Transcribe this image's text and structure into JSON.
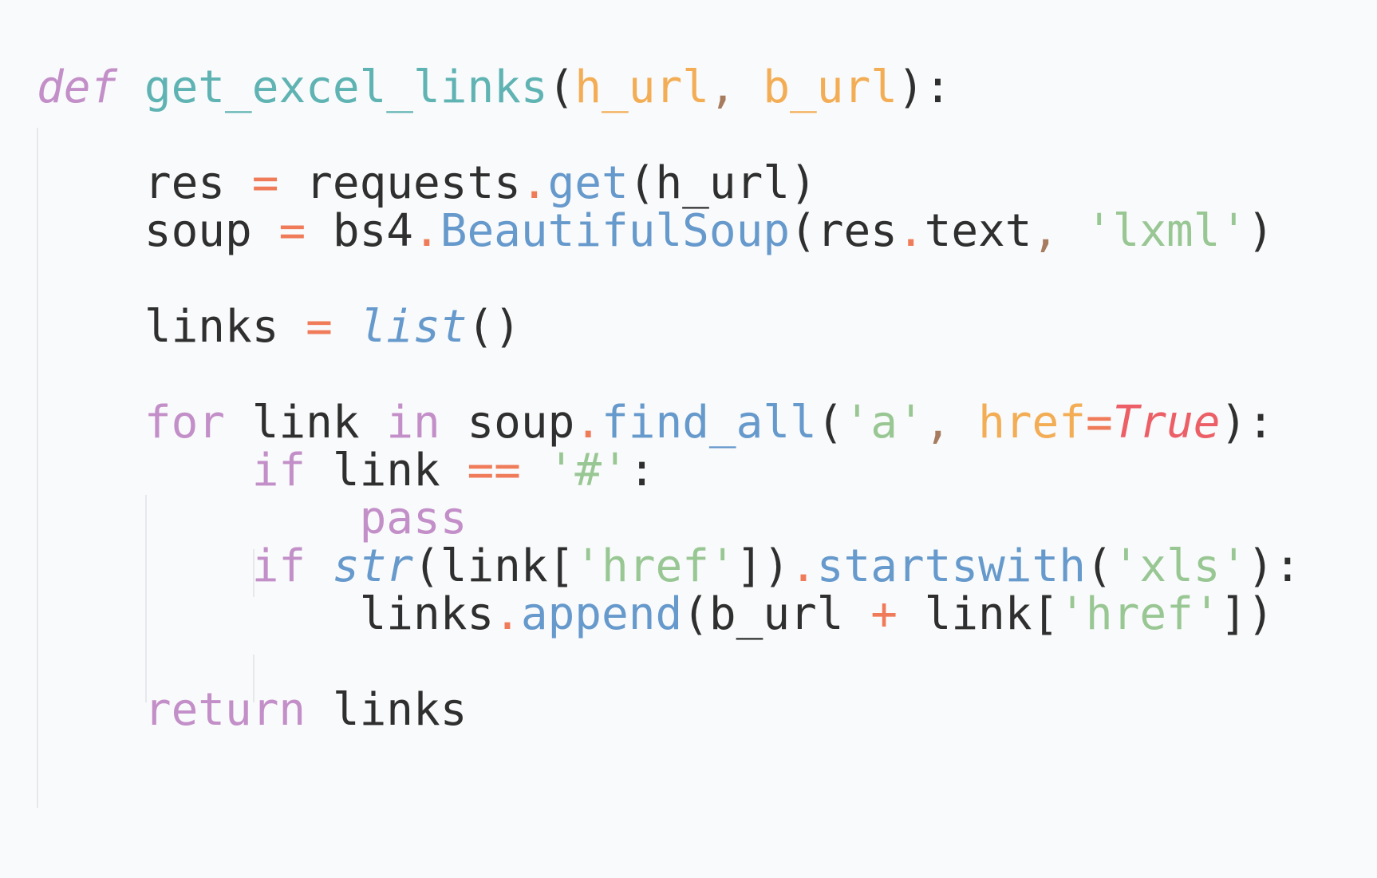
{
  "editor": {
    "colors": {
      "background": "#f9fafb",
      "default": "#2f2f2f",
      "keyword": "#c38fc8",
      "function": "#5fb3b3",
      "parameter": "#f2ad55",
      "comma": "#a77b5e",
      "operator": "#f07b59",
      "method": "#6699cc",
      "builtin": "#6699cc",
      "string": "#99c794",
      "constant": "#ec5f67",
      "indent_guide": "#e6e8eb"
    },
    "lines": [
      {
        "tokens": [
          {
            "t": "def",
            "c": "keyword",
            "i": true
          },
          {
            "t": " ",
            "c": "default"
          },
          {
            "t": "get_excel_links",
            "c": "function"
          },
          {
            "t": "(",
            "c": "default"
          },
          {
            "t": "h_url",
            "c": "parameter"
          },
          {
            "t": ",",
            "c": "comma"
          },
          {
            "t": " ",
            "c": "default"
          },
          {
            "t": "b_url",
            "c": "parameter"
          },
          {
            "t": "):",
            "c": "default"
          }
        ]
      },
      {
        "tokens": []
      },
      {
        "tokens": [
          {
            "t": "    res ",
            "c": "default"
          },
          {
            "t": "=",
            "c": "operator"
          },
          {
            "t": " requests",
            "c": "default"
          },
          {
            "t": ".",
            "c": "operator"
          },
          {
            "t": "get",
            "c": "method"
          },
          {
            "t": "(h_url)",
            "c": "default"
          }
        ]
      },
      {
        "tokens": [
          {
            "t": "    soup ",
            "c": "default"
          },
          {
            "t": "=",
            "c": "operator"
          },
          {
            "t": " bs4",
            "c": "default"
          },
          {
            "t": ".",
            "c": "operator"
          },
          {
            "t": "BeautifulSoup",
            "c": "method"
          },
          {
            "t": "(res",
            "c": "default"
          },
          {
            "t": ".",
            "c": "operator"
          },
          {
            "t": "text",
            "c": "default"
          },
          {
            "t": ",",
            "c": "comma"
          },
          {
            "t": " ",
            "c": "default"
          },
          {
            "t": "'lxml'",
            "c": "string"
          },
          {
            "t": ")",
            "c": "default"
          }
        ]
      },
      {
        "tokens": []
      },
      {
        "tokens": [
          {
            "t": "    links ",
            "c": "default"
          },
          {
            "t": "=",
            "c": "operator"
          },
          {
            "t": " ",
            "c": "default"
          },
          {
            "t": "list",
            "c": "builtin",
            "i": true
          },
          {
            "t": "()",
            "c": "default"
          }
        ]
      },
      {
        "tokens": []
      },
      {
        "tokens": [
          {
            "t": "    ",
            "c": "default"
          },
          {
            "t": "for",
            "c": "keyword"
          },
          {
            "t": " link ",
            "c": "default"
          },
          {
            "t": "in",
            "c": "keyword"
          },
          {
            "t": " soup",
            "c": "default"
          },
          {
            "t": ".",
            "c": "operator"
          },
          {
            "t": "find_all",
            "c": "method"
          },
          {
            "t": "(",
            "c": "default"
          },
          {
            "t": "'a'",
            "c": "string"
          },
          {
            "t": ",",
            "c": "comma"
          },
          {
            "t": " ",
            "c": "default"
          },
          {
            "t": "href",
            "c": "parameter"
          },
          {
            "t": "=",
            "c": "operator"
          },
          {
            "t": "True",
            "c": "constant",
            "i": true
          },
          {
            "t": "):",
            "c": "default"
          }
        ]
      },
      {
        "tokens": [
          {
            "t": "        ",
            "c": "default"
          },
          {
            "t": "if",
            "c": "keyword"
          },
          {
            "t": " link ",
            "c": "default"
          },
          {
            "t": "==",
            "c": "operator"
          },
          {
            "t": " ",
            "c": "default"
          },
          {
            "t": "'#'",
            "c": "string"
          },
          {
            "t": ":",
            "c": "default"
          }
        ]
      },
      {
        "tokens": [
          {
            "t": "            ",
            "c": "default"
          },
          {
            "t": "pass",
            "c": "keyword"
          }
        ]
      },
      {
        "tokens": [
          {
            "t": "        ",
            "c": "default"
          },
          {
            "t": "if",
            "c": "keyword"
          },
          {
            "t": " ",
            "c": "default"
          },
          {
            "t": "str",
            "c": "builtin",
            "i": true
          },
          {
            "t": "(link[",
            "c": "default"
          },
          {
            "t": "'href'",
            "c": "string"
          },
          {
            "t": "])",
            "c": "default"
          },
          {
            "t": ".",
            "c": "operator"
          },
          {
            "t": "startswith",
            "c": "method"
          },
          {
            "t": "(",
            "c": "default"
          },
          {
            "t": "'xls'",
            "c": "string"
          },
          {
            "t": "):",
            "c": "default"
          }
        ]
      },
      {
        "tokens": [
          {
            "t": "            links",
            "c": "default"
          },
          {
            "t": ".",
            "c": "operator"
          },
          {
            "t": "append",
            "c": "method"
          },
          {
            "t": "(b_url ",
            "c": "default"
          },
          {
            "t": "+",
            "c": "operator"
          },
          {
            "t": " link[",
            "c": "default"
          },
          {
            "t": "'href'",
            "c": "string"
          },
          {
            "t": "])",
            "c": "default"
          }
        ]
      },
      {
        "tokens": []
      },
      {
        "tokens": [
          {
            "t": "    ",
            "c": "default"
          },
          {
            "t": "return",
            "c": "keyword"
          },
          {
            "t": " links",
            "c": "default"
          }
        ]
      }
    ]
  }
}
